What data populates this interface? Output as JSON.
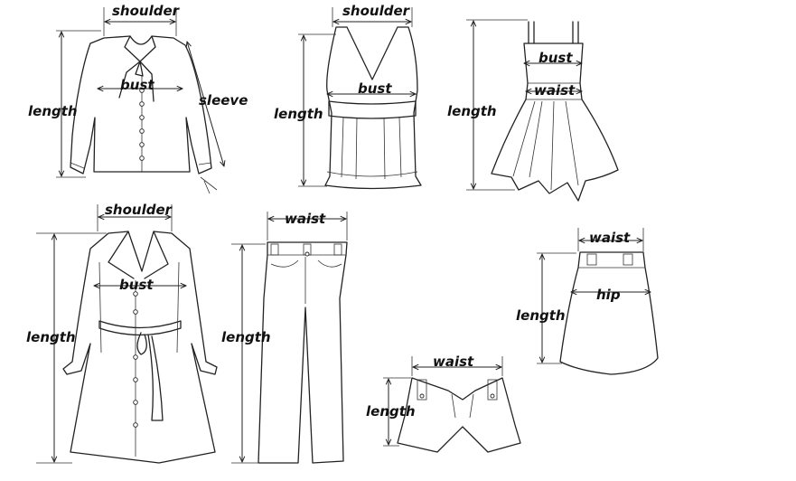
{
  "labels": {
    "shirt": {
      "shoulder": "shoulder",
      "bust": "bust",
      "length": "length",
      "sleeve": "sleeve"
    },
    "tank": {
      "shoulder": "shoulder",
      "bust": "bust",
      "length": "length"
    },
    "dress": {
      "bust": "bust",
      "waist": "waist",
      "length": "length"
    },
    "coat": {
      "shoulder": "shoulder",
      "bust": "bust",
      "length": "length"
    },
    "pants": {
      "waist": "waist",
      "length": "length"
    },
    "skirt": {
      "waist": "waist",
      "hip": "hip",
      "length": "length"
    },
    "shorts": {
      "waist": "waist",
      "length": "length"
    }
  },
  "colors": {
    "line": "#222222",
    "background": "#ffffff"
  }
}
